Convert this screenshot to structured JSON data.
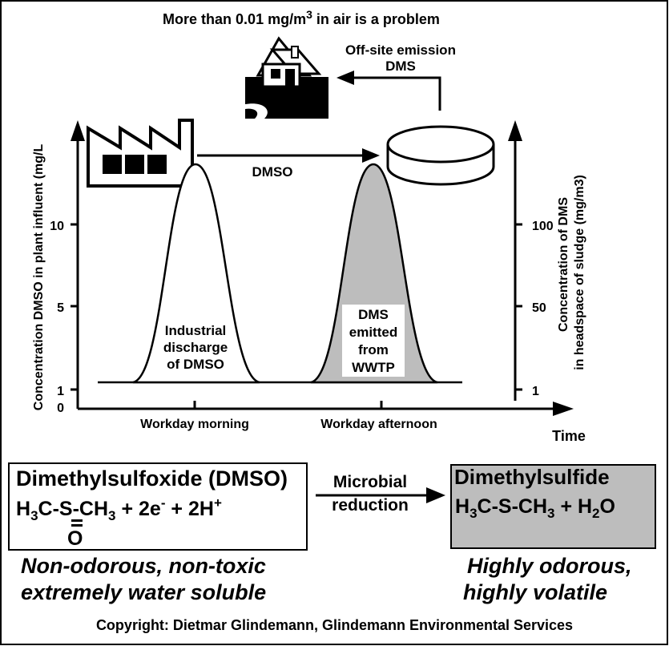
{
  "header": {
    "problem_prefix": "More than  0.01 mg/m",
    "problem_sup": "3",
    "problem_suffix": " in air is a problem"
  },
  "emission": {
    "label_line1": "Off-site emission",
    "label_line2": "DMS"
  },
  "flow": {
    "dmso_label": "DMSO"
  },
  "left_axis": {
    "label": "Concentration DMSO in plant influent  (mg/L",
    "ticks": [
      "10",
      "5",
      "1",
      "0"
    ]
  },
  "right_axis": {
    "label_line1": "Concentration of DMS",
    "label_line2": "in headspace of sludge  (mg/m3)",
    "ticks": [
      "100",
      "50",
      "1"
    ]
  },
  "peaks": {
    "left_label": [
      "Industrial",
      "discharge",
      "of DMSO"
    ],
    "right_label": [
      "DMS",
      "emitted",
      "from",
      "WWTP"
    ]
  },
  "x_axis": {
    "label_morning": "Workday morning",
    "label_afternoon": "Workday afternoon",
    "time_label": "Time"
  },
  "dmso_box": {
    "title": "Dimethylsulfoxide (DMSO)",
    "f_a": "H",
    "f_a_sub": "3",
    "f_b": "C-S-CH",
    "f_b_sub": "3",
    "f_c": " + 2e",
    "f_c_sup": "-",
    "f_d": " + 2H",
    "f_d_sup": "+",
    "oxygen": "O"
  },
  "reaction": {
    "line1": "Microbial",
    "line2": "reduction"
  },
  "dms_box": {
    "title": "Dimethylsulfide",
    "f_a": "H",
    "f_a_sub": "3",
    "f_b": "C-S-CH",
    "f_b_sub": "3",
    "f_c": " + H",
    "f_c_sub": "2",
    "f_d": "O"
  },
  "descriptions": {
    "left_line1": "Non-odorous, non-toxic",
    "left_line2": "extremely water soluble",
    "right_line1": "Highly odorous,",
    "right_line2": "highly volatile"
  },
  "footer": {
    "copyright": "Copyright: Dietmar Glindemann, Glindemann Environmental Services"
  },
  "colors": {
    "frame": "#000000",
    "shaded_peak": "#bdbdbd",
    "background": "#ffffff"
  },
  "icons": [
    "house-icon",
    "factory-icon",
    "tank-icon"
  ]
}
